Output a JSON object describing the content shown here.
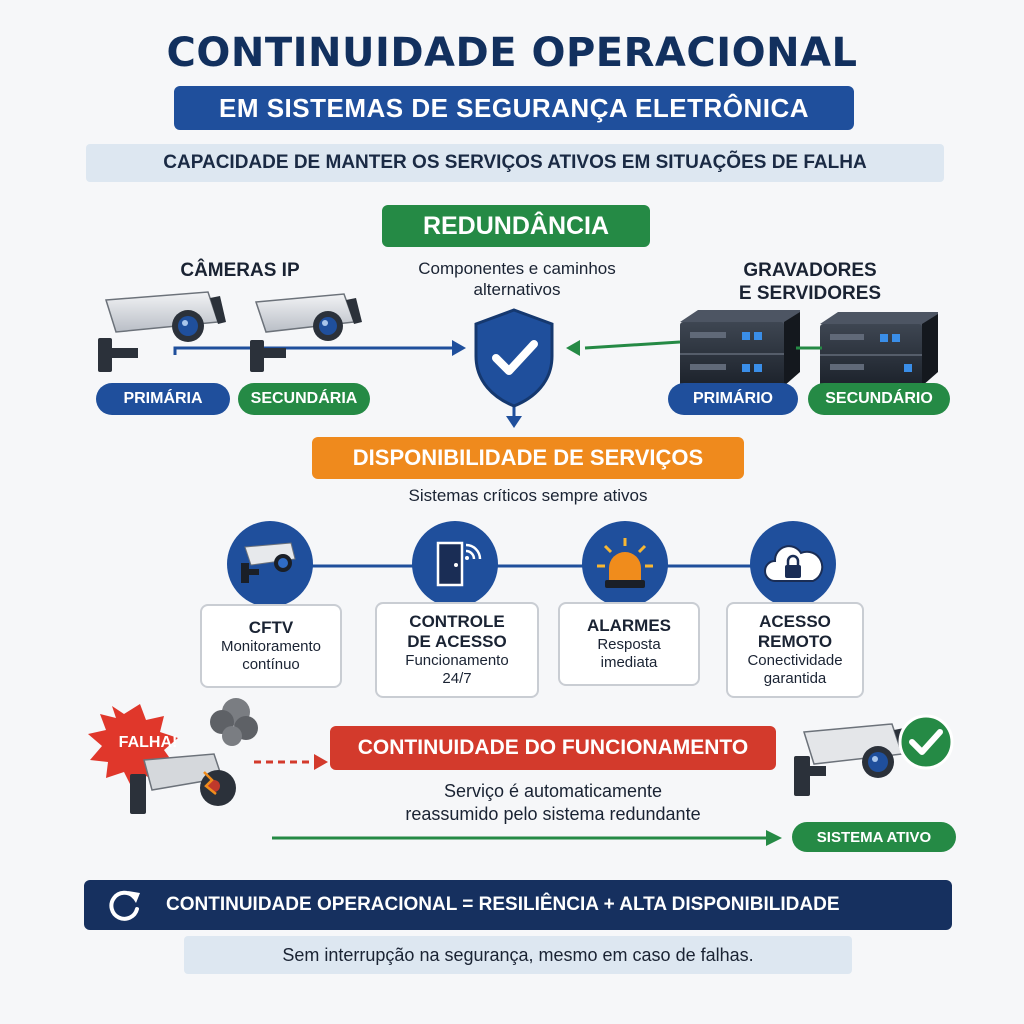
{
  "header": {
    "title": "CONTINUIDADE OPERACIONAL",
    "subtitle": "EM SISTEMAS DE SEGURANÇA ELETRÔNICA",
    "definition": "CAPACIDADE DE MANTER OS SERVIÇOS ATIVOS EM SITUAÇÕES DE FALHA"
  },
  "redundancy": {
    "title": "REDUNDÂNCIA",
    "description_line1": "Componentes e caminhos",
    "description_line2": "alternativos",
    "cameras": {
      "title": "CÂMERAS IP",
      "primary": "PRIMÁRIA",
      "secondary": "SECUNDÁRIA"
    },
    "servers": {
      "title_line1": "GRAVADORES",
      "title_line2": "E SERVIDORES",
      "primary": "PRIMÁRIO",
      "secondary": "SECUNDÁRIO"
    }
  },
  "availability": {
    "title": "DISPONIBILIDADE DE SERVIÇOS",
    "description": "Sistemas críticos sempre ativos",
    "services": [
      {
        "title": "CFTV",
        "desc_line1": "Monitoramento",
        "desc_line2": "contínuo"
      },
      {
        "title_line1": "CONTROLE",
        "title_line2": "DE ACESSO",
        "desc_line1": "Funcionamento",
        "desc_line2": "24/7"
      },
      {
        "title": "ALARMES",
        "desc_line1": "Resposta",
        "desc_line2": "imediata"
      },
      {
        "title_line1": "ACESSO",
        "title_line2": "REMOTO",
        "desc_line1": "Conectividade",
        "desc_line2": "garantida"
      }
    ]
  },
  "continuity": {
    "failure_label": "FALHA!",
    "title": "CONTINUIDADE DO FUNCIONAMENTO",
    "description_line1": "Serviço é automaticamente",
    "description_line2": "reassumido pelo sistema redundante",
    "active_label": "SISTEMA ATIVO"
  },
  "footer": {
    "equation": "CONTINUIDADE OPERACIONAL = RESILIÊNCIA + ALTA DISPONIBILIDADE",
    "note": "Sem interrupção na segurança, mesmo em caso de falhas."
  },
  "colors": {
    "navy": "#12305e",
    "blue": "#1f4f9c",
    "green": "#258a45",
    "orange": "#ef8a1d",
    "red": "#d33a2c",
    "light_panel": "#dde7f1"
  },
  "icons": [
    "security-camera-icon",
    "server-icon",
    "shield-check-icon",
    "door-access-icon",
    "alarm-siren-icon",
    "cloud-lock-icon",
    "check-icon",
    "refresh-icon"
  ]
}
